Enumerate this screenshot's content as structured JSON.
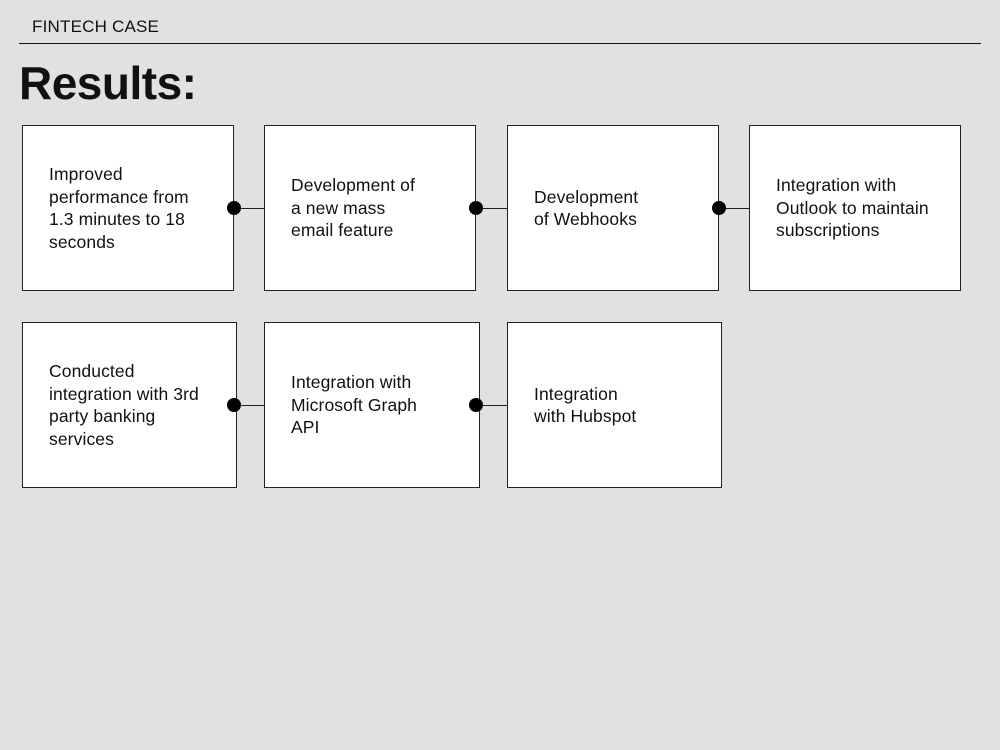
{
  "header": {
    "label": "FINTECH CASE"
  },
  "title": "Results:",
  "results": [
    {
      "text": "Improved performance from 1.3 minutes to 18 seconds"
    },
    {
      "text": "Development of a new mass email feature"
    },
    {
      "text": "Development of Webhooks"
    },
    {
      "text": "Integration with Outlook to maintain subscriptions"
    },
    {
      "text": "Conducted integration with 3rd party banking services"
    },
    {
      "text": "Integration with Microsoft Graph API"
    },
    {
      "text": "Integration with Hubspot"
    }
  ]
}
